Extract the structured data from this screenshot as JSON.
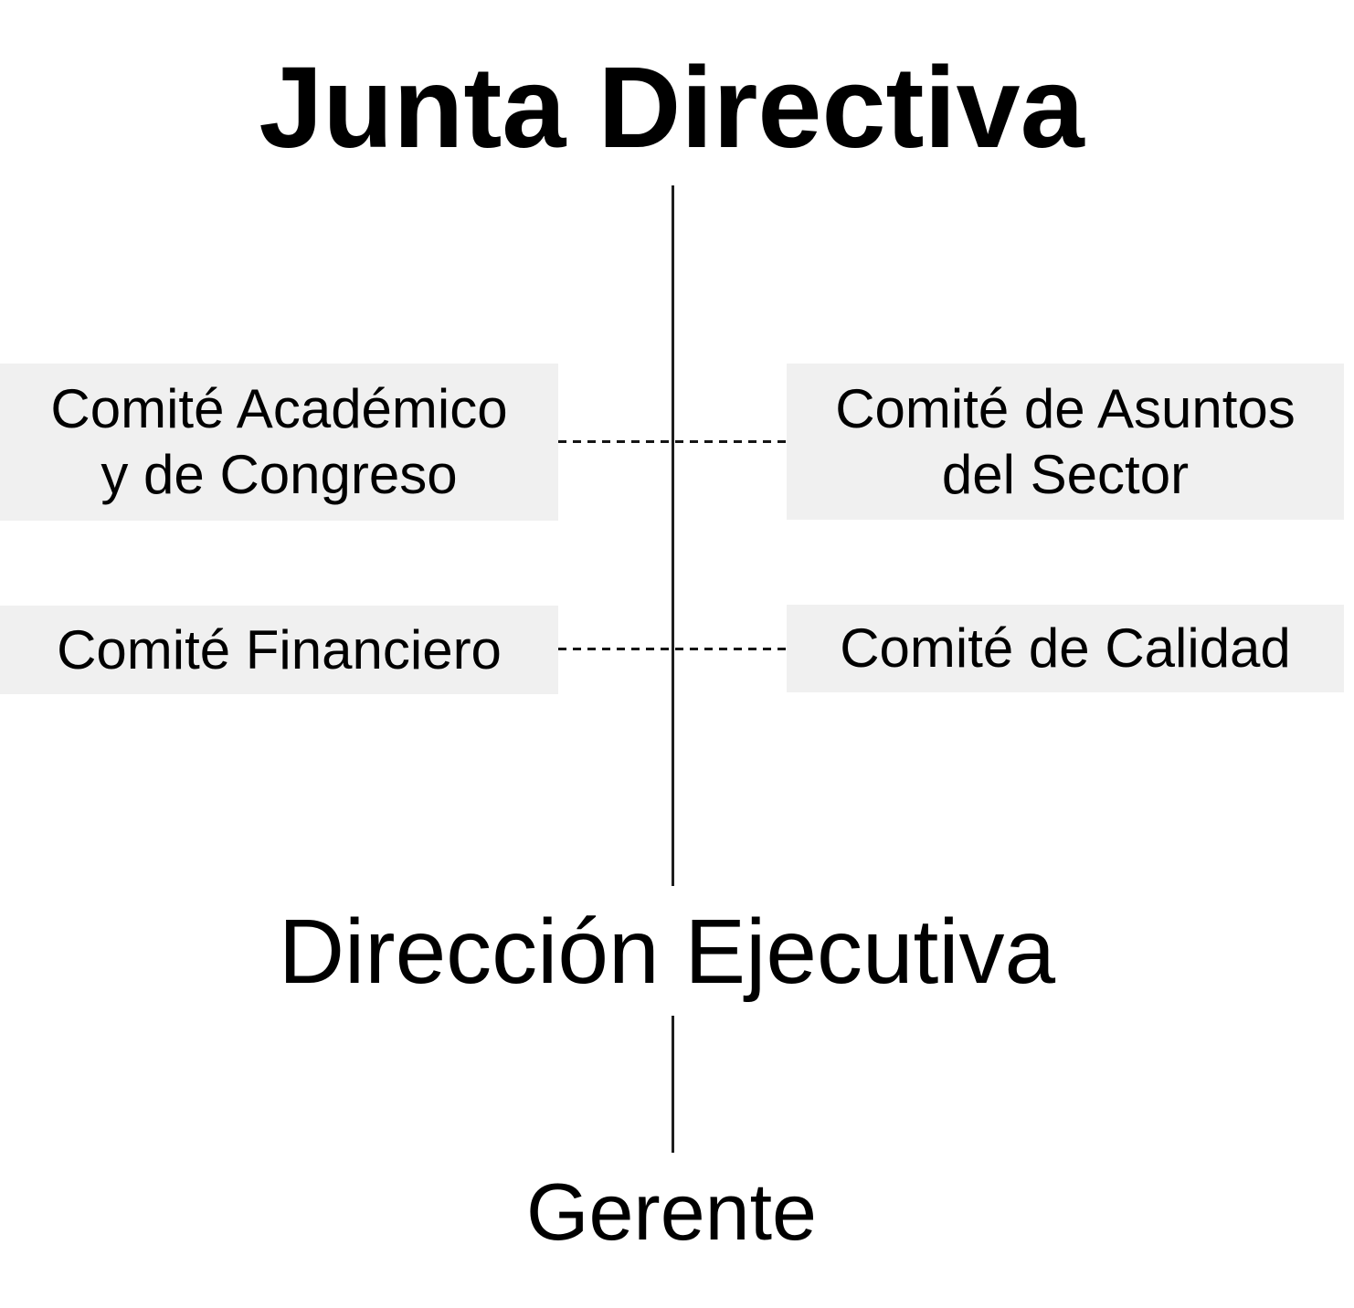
{
  "title": "Junta Directiva",
  "committees": [
    {
      "id": "comite-academico",
      "lines": [
        "Comité Académico",
        "y de Congreso"
      ]
    },
    {
      "id": "comite-asuntos",
      "lines": [
        "Comité de Asuntos",
        "del Sector"
      ]
    },
    {
      "id": "comite-financiero",
      "lines": [
        "Comité Financiero"
      ]
    },
    {
      "id": "comite-calidad",
      "lines": [
        "Comité de Calidad"
      ]
    }
  ],
  "executive": "Dirección Ejecutiva",
  "manager": "Gerente",
  "edges": [
    {
      "from": "Junta Directiva",
      "to": "Dirección Ejecutiva",
      "style": "solid"
    },
    {
      "from": "Comité Académico y de Congreso",
      "to": "Comité de Asuntos del Sector",
      "style": "dashed"
    },
    {
      "from": "Comité Financiero",
      "to": "Comité de Calidad",
      "style": "dashed"
    },
    {
      "from": "Dirección Ejecutiva",
      "to": "Gerente",
      "style": "solid"
    }
  ],
  "colors": {
    "background": "#ffffff",
    "box_fill": "#f0f0f0",
    "text": "#000000",
    "line": "#1d1d1d"
  }
}
